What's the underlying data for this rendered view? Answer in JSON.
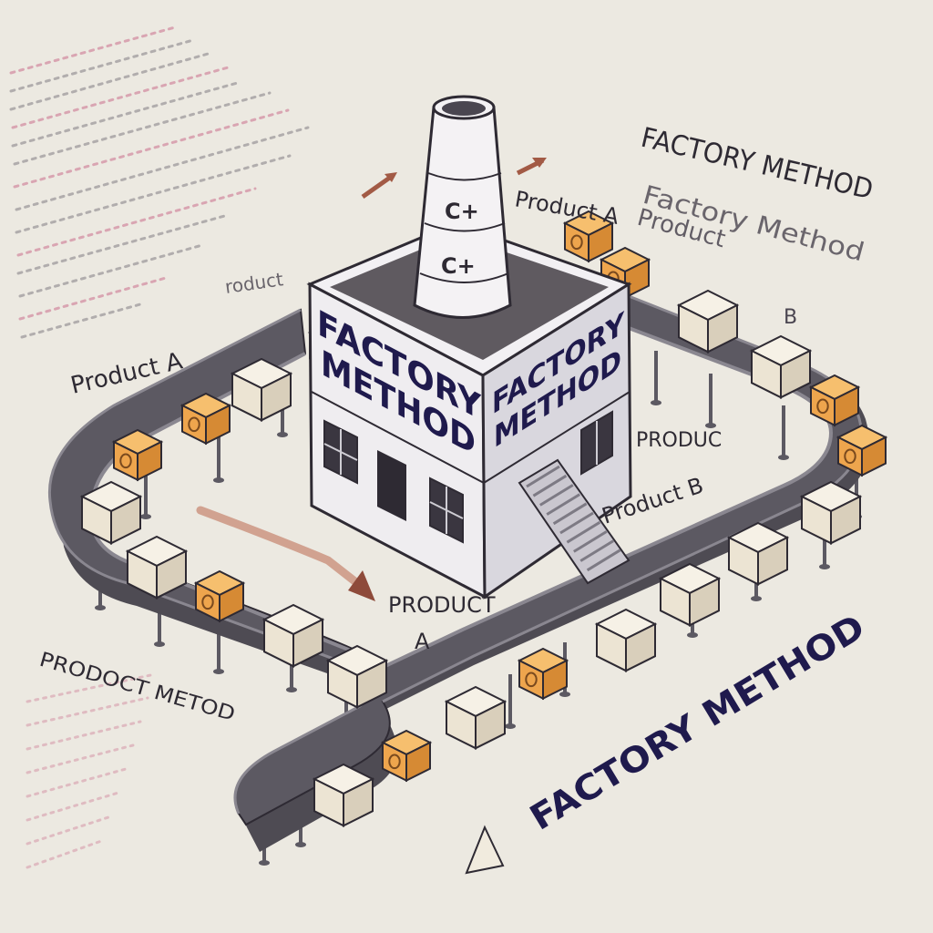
{
  "colors": {
    "background": "#ece9e1",
    "building_light": "#efedf0",
    "building_shade": "#d9d7de",
    "roof": "#5f5a60",
    "outline": "#2e2a33",
    "title_navy": "#1f1a4d",
    "belt": "#5c5962",
    "belt_rail": "#8a8790",
    "box_cream": "#f1ebde",
    "box_orange": "#f0a852",
    "arrow_rust": "#a25a45",
    "code_pink": "#c4557a"
  },
  "factory": {
    "sign_front": [
      "FACTORY",
      "METHOD"
    ],
    "sign_side": [
      "FACTORY",
      "METHOD"
    ],
    "chimney_marks": [
      "C+",
      "C+"
    ]
  },
  "labels": {
    "factory_method_top": "FACTORY METHOD",
    "factory_method_top_echo": "Factory Method",
    "product_b_top": "Product",
    "product_b_top_b": "B",
    "product_a_top": "Product A",
    "product_a_left": "Product A",
    "product_a_left_fragment": "roduct",
    "produc_right": "PRODUC",
    "product_b_right": "Product B",
    "product_a_center": "PRODUCT",
    "product_a_center_letter": "A",
    "prodoct_metod": "PRODOCT METOD",
    "factory_method_bottom": "FACTORY METHOD"
  },
  "decor": {
    "left_code_icon": "code-text-decoration",
    "boxes": [
      {
        "color": "orange",
        "icon": "coin-icon"
      },
      {
        "color": "orange",
        "icon": "coin-icon"
      },
      {
        "color": "cream",
        "icon": "blank"
      },
      {
        "color": "orange",
        "icon": "coin-icon"
      },
      {
        "color": "cream",
        "icon": "blank"
      },
      {
        "color": "cream",
        "icon": "blank"
      },
      {
        "color": "orange",
        "icon": "coin-icon"
      },
      {
        "color": "cream",
        "icon": "blank"
      },
      {
        "color": "cream",
        "icon": "blank"
      },
      {
        "color": "orange",
        "icon": "coin-icon"
      },
      {
        "color": "cream",
        "icon": "blank"
      },
      {
        "color": "cream",
        "icon": "blank"
      },
      {
        "color": "orange",
        "icon": "coin-icon"
      },
      {
        "color": "cream",
        "icon": "blank"
      },
      {
        "color": "cream",
        "icon": "blank"
      },
      {
        "color": "cream",
        "icon": "blank"
      },
      {
        "color": "cream",
        "icon": "blank"
      },
      {
        "color": "orange",
        "icon": "coin-icon"
      },
      {
        "color": "orange",
        "icon": "coin-icon"
      },
      {
        "color": "cream",
        "icon": "blank"
      },
      {
        "color": "cream",
        "icon": "blank"
      },
      {
        "color": "orange",
        "icon": "coin-icon"
      },
      {
        "color": "orange",
        "icon": "coin-icon"
      }
    ]
  }
}
